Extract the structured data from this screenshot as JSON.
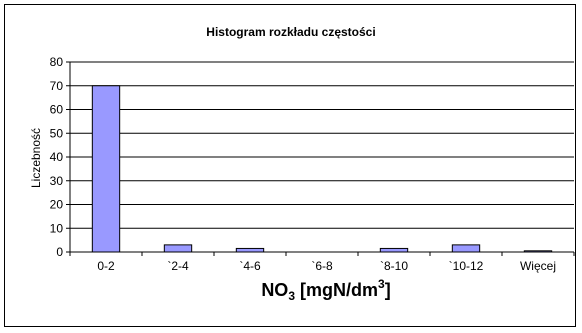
{
  "chart_data": {
    "type": "bar",
    "title": "Histogram rozkładu częstości",
    "xlabel": "NO3 [mgN/dm3]",
    "xlabel_parts": {
      "main": "NO",
      "sub": "3",
      "unit_start": " [mgN/dm",
      "sup": "3",
      "unit_end": "]"
    },
    "ylabel": "Liczebność",
    "categories": [
      "0-2",
      "`2-4",
      "`4-6",
      "`6-8",
      "`8-10",
      "`10-12",
      "Więcej"
    ],
    "values": [
      70,
      3,
      1.5,
      0,
      1.5,
      3,
      0.5
    ],
    "ylim": [
      0,
      80
    ],
    "yticks": [
      0,
      10,
      20,
      30,
      40,
      50,
      60,
      70,
      80
    ],
    "grid": true,
    "bar_color": "#9999ff",
    "legend": "none"
  }
}
